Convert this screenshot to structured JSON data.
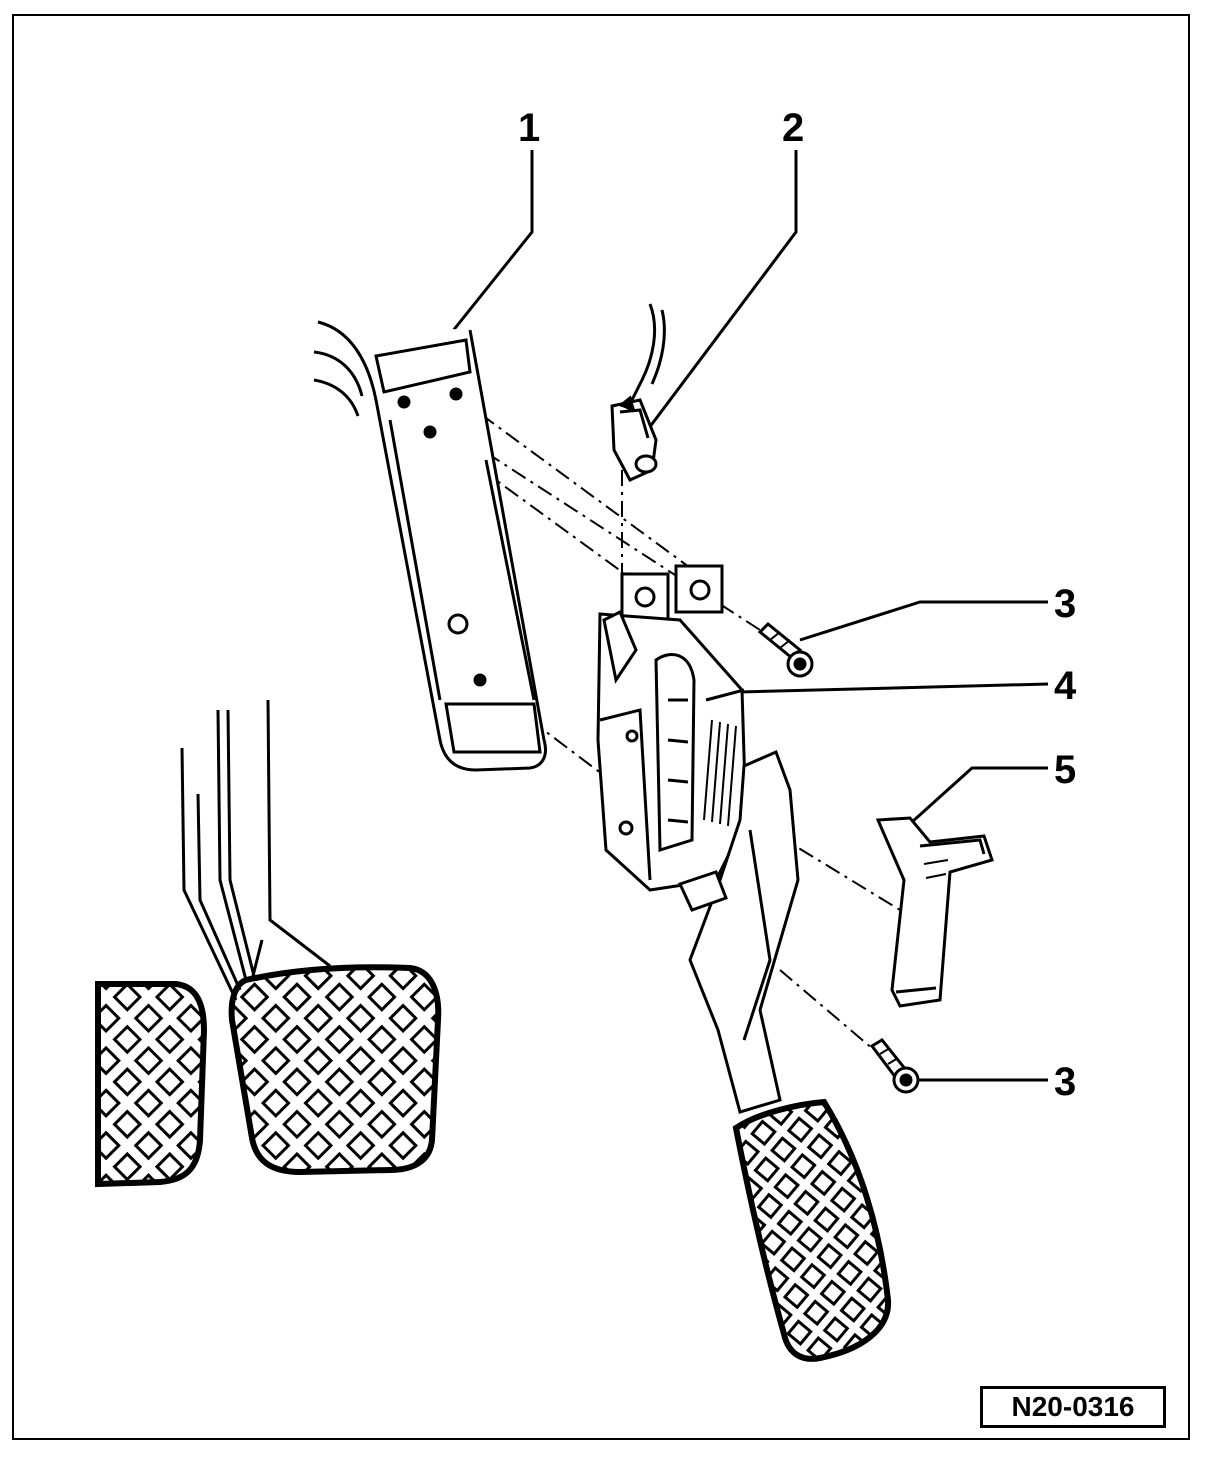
{
  "callouts": {
    "c1": "1",
    "c2": "2",
    "c3_upper": "3",
    "c4": "4",
    "c5": "5",
    "c3_lower": "3"
  },
  "figure_ref": "N20-0316",
  "colors": {
    "ink": "#000000",
    "paper": "#ffffff",
    "shade": "#d9d9d9"
  }
}
